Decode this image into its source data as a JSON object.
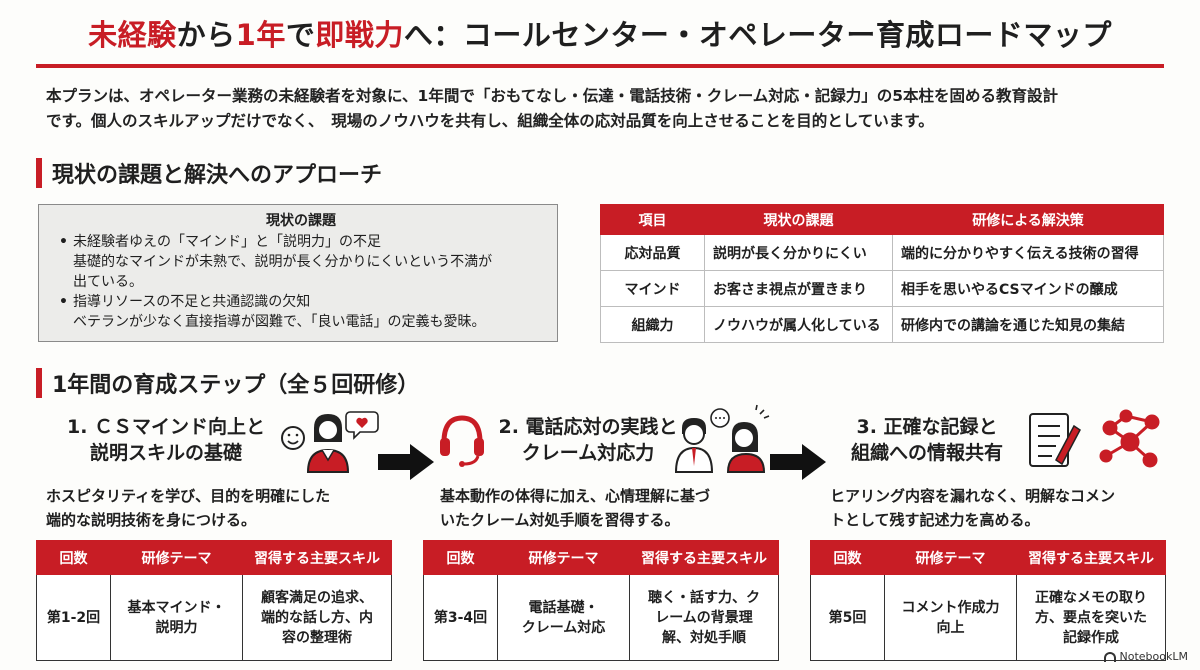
{
  "header": {
    "title_part1": "未経験",
    "title_part2": "から",
    "title_part3": "1年",
    "title_part4": "で",
    "title_part5": "即戦力",
    "title_part6": "へ：コールセンター・オペレーター育成ロードマップ"
  },
  "intro": {
    "line1": "本プランは、オペレーター業務の未経験者を対象に、1年間で「おもてなし・伝達・電話技術・クレーム対応・記録力」の5本柱を固める教育設計",
    "line2": "です。個人のスキルアップだけでなく、　現場のノウハウを共有し、組織全体の応対品質を向上させることを目的としています。"
  },
  "sections": {
    "issues_heading": "現状の課題と解決へのアプローチ",
    "steps_heading": "1年間の育成ステップ（全５回研修）"
  },
  "issue_box": {
    "heading": "現状の課題",
    "items": [
      {
        "title": "未経験者ゆえの「マインド」と「説明力」の不足",
        "detail_line1": "基礎的なマインドが未熟で、説明が長く分かりにくいという不満が",
        "detail_line2": "出ている。"
      },
      {
        "title": "指導リソースの不足と共通認識の欠知",
        "detail_line1": "ベテランが少なく直接指導が図難で、「良い電話」の定義も愛昧。",
        "detail_line2": ""
      }
    ]
  },
  "comparison": {
    "headers": [
      "項目",
      "現状の課題",
      "研修による解決策"
    ],
    "rows": [
      [
        "応対品質",
        "説明が長く分かりにくい",
        "端的に分かりやすく伝える技術の習得"
      ],
      [
        "マインド",
        "お客さま視点が置きまり",
        "相手を思いやるCSマインドの醸成"
      ],
      [
        "組織力",
        "ノウハウが属人化している",
        "研修内での講論を通じた知見の集結"
      ]
    ]
  },
  "steps": [
    {
      "title_line1": "1. ＣＳマインド向上と",
      "title_line2": "説明スキルの基礎",
      "desc_line1": "ホスピタリティを学び、目的を明確にした",
      "desc_line2": "端的な説明技術を身につける。",
      "table_headers": [
        "回数",
        "研修テーマ",
        "習得する主要スキル"
      ],
      "session": "第1-2回",
      "theme_line1": "基本マインド・",
      "theme_line2": "説明力",
      "skill_line1": "顧客満足の追求、",
      "skill_line2": "端的な話し方、内",
      "skill_line3": "容の整理術"
    },
    {
      "title_line1": "2. 電話応対の実践と",
      "title_line2": "クレーム対応力",
      "desc_line1": "基本動作の体得に加え、心情理解に基づ",
      "desc_line2": "いたクレーム対処手順を習得する。",
      "table_headers": [
        "回数",
        "研修テーマ",
        "習得する主要スキル"
      ],
      "session": "第3-4回",
      "theme_line1": "電話基礎・",
      "theme_line2": "クレーム対応",
      "skill_line1": "聴く・話す力、ク",
      "skill_line2": "レームの背景理",
      "skill_line3": "解、対処手順"
    },
    {
      "title_line1": "3. 正確な記録と",
      "title_line2": "組織への情報共有",
      "desc_line1": "ヒアリング内容を漏れなく、明解なコメン",
      "desc_line2": "トとして残す記述力を高める。",
      "table_headers": [
        "回数",
        "研修テーマ",
        "習得する主要スキル"
      ],
      "session": "第5回",
      "theme_line1": "コメント作成力",
      "theme_line2": "向上",
      "skill_line1": "正確なメモの取り",
      "skill_line2": "方、要点を突いた",
      "skill_line3": "記録作成"
    }
  ],
  "footer": {
    "brand": "NotebookLM"
  },
  "colors": {
    "accent": "#c81d25",
    "box_bg": "#ececea"
  },
  "icons": [
    "smile-icon",
    "heart-bubble-icon",
    "operator-person-icon",
    "arrow-right-icon",
    "headset-icon",
    "talking-people-icon",
    "notepad-pen-icon",
    "network-icon",
    "notebooklm-logo-icon"
  ]
}
